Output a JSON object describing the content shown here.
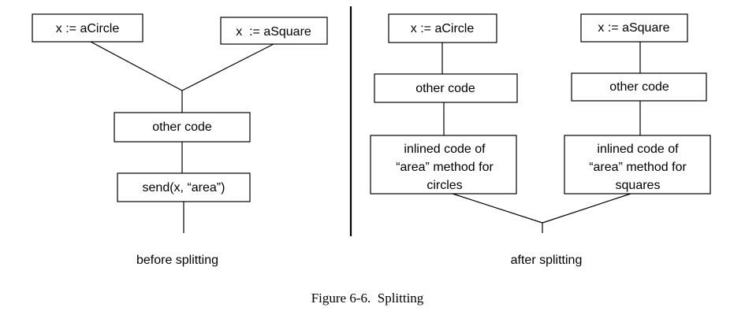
{
  "left": {
    "circle_assign": "x := aCircle",
    "square_assign": "x  := aSquare",
    "other_code": "other code",
    "send": "send(x, “area”)",
    "caption": "before splitting"
  },
  "right": {
    "circle_assign": "x := aCircle",
    "square_assign": "x := aSquare",
    "other_code_circle": "other code",
    "other_code_square": "other code",
    "inlined_circles": [
      "inlined code of",
      "“area” method for",
      "circles"
    ],
    "inlined_squares": [
      "inlined code of",
      "“area” method for",
      "squares"
    ],
    "caption": "after splitting"
  },
  "figure_caption": "Figure 6-6.  Splitting"
}
